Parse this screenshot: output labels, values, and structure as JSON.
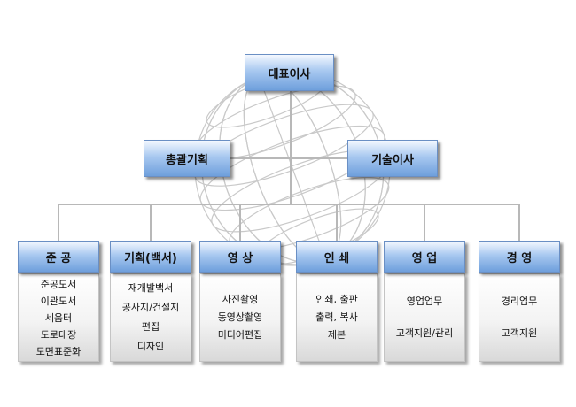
{
  "ceo": {
    "label": "대표이사"
  },
  "left_office": {
    "label": "총괄기획"
  },
  "right_office": {
    "label": "기술이사"
  },
  "departments": [
    {
      "name": "준 공",
      "items": [
        "준공도서",
        "이관도서",
        "세움터",
        "도로대장",
        "도면표준화"
      ]
    },
    {
      "name": "기획(백서)",
      "items": [
        "재개발백서",
        "공사지/건설지",
        "편집",
        "디자인"
      ]
    },
    {
      "name": "영 상",
      "items": [
        "사진촬영",
        "동영상촬영",
        "미디어편집"
      ]
    },
    {
      "name": "인 쇄",
      "items": [
        "인쇄, 출판",
        "출력, 복사",
        "제본"
      ]
    },
    {
      "name": "영 업",
      "items": [
        "영업업무",
        "",
        "고객지원/관리"
      ]
    },
    {
      "name": "경 영",
      "items": [
        "경리업무",
        "",
        "고객지원"
      ]
    }
  ],
  "colors": {
    "box_top": "#f4f8ff",
    "box_bottom": "#6e9fdc",
    "line": "#b8b8b8",
    "globe": "#c9c9c9"
  }
}
